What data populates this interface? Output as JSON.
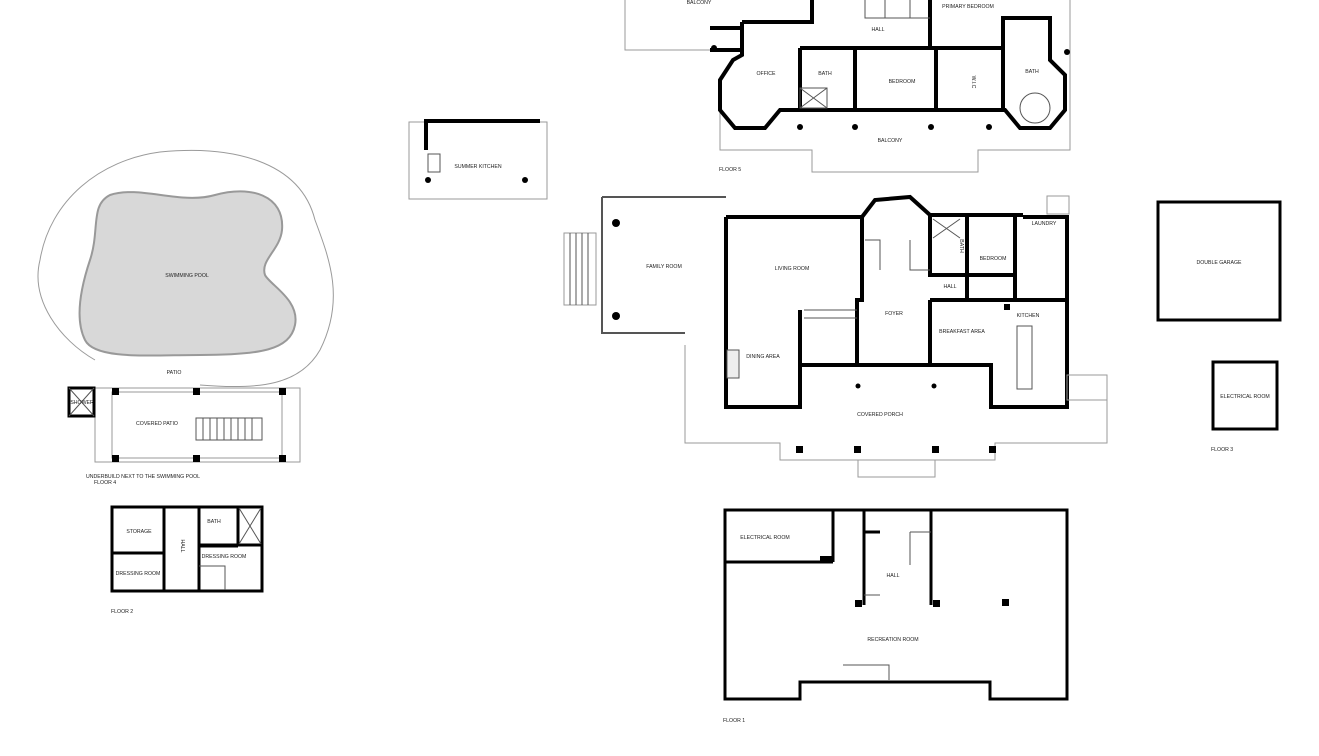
{
  "floor5": {
    "caption": "FLOOR 5",
    "rooms": {
      "balcony_top": "BALCONY",
      "primary_bedroom": "PRIMARY BEDROOM",
      "hall": "HALL",
      "office": "OFFICE",
      "bath_left": "BATH",
      "bedroom": "BEDROOM",
      "wic": "W.I.C",
      "bath_right": "BATH",
      "balcony_bottom": "BALCONY"
    }
  },
  "summer_kitchen": {
    "label": "SUMMER KITCHEN"
  },
  "pool_area": {
    "swimming_pool": "SWIMMING POOL",
    "patio": "PATIO",
    "shower": "SHOWER",
    "covered_patio": "COVERED PATIO",
    "caption": "UNDERBUILD NEXT TO THE SWIMMING POOL",
    "floor": "FLOOR 4"
  },
  "floor2": {
    "caption": "FLOOR 2",
    "rooms": {
      "storage": "STORAGE",
      "hall": "HALL",
      "bath": "BATH",
      "dressing_room_left": "DRESSING ROOM",
      "dressing_room_right": "DRESSING ROOM"
    }
  },
  "main_floor": {
    "rooms": {
      "family_room": "FAMILY ROOM",
      "living_room": "LIVING ROOM",
      "dining_area": "DINING AREA",
      "foyer": "FOYER",
      "bath": "BATH",
      "hall": "HALL",
      "bedroom": "BEDROOM",
      "laundry": "LAUNDRY",
      "kitchen": "KITCHEN",
      "breakfast_area": "BREAKFAST AREA",
      "covered_porch": "COVERED PORCH"
    }
  },
  "floor3": {
    "caption": "FLOOR 3",
    "double_garage": "DOUBLE GARAGE",
    "electrical_room": "ELECTRICAL ROOM"
  },
  "floor1": {
    "caption": "FLOOR 1",
    "rooms": {
      "electrical_room": "ELECTRICAL ROOM",
      "hall": "HALL",
      "recreation_room": "RECREATION ROOM"
    }
  }
}
